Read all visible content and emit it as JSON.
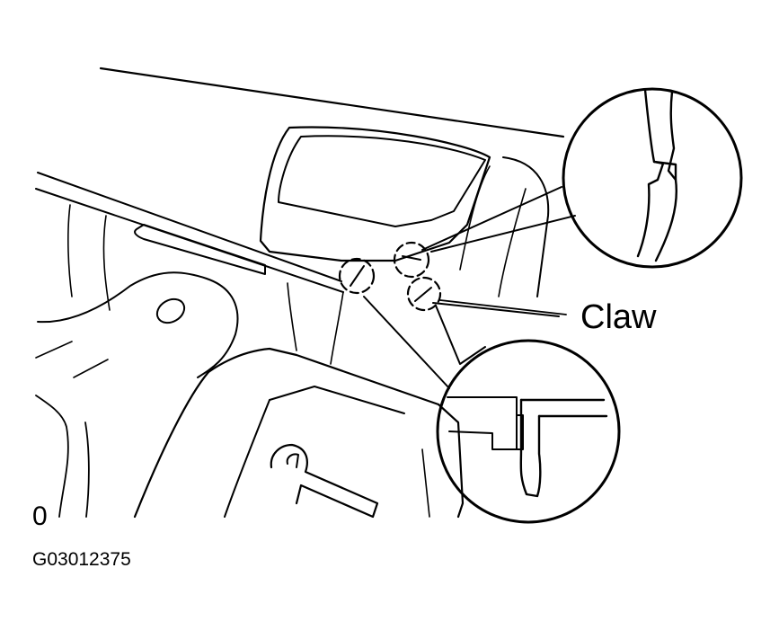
{
  "labels": {
    "claw": "Claw",
    "corner_mark": "0",
    "figure_code": "G03012375"
  },
  "colors": {
    "line": "#000000",
    "background": "#ffffff"
  }
}
